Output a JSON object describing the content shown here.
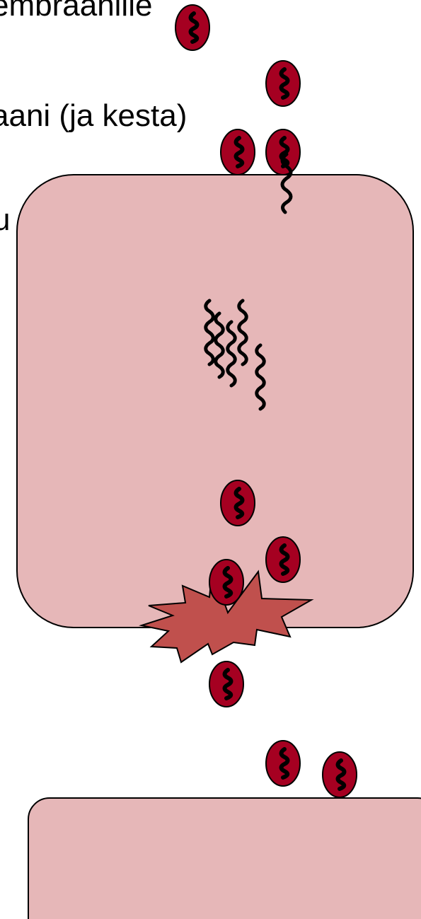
{
  "text": {
    "line1": "embraanille",
    "line2": "aani (ja kesta)",
    "line3": "u"
  },
  "colors": {
    "cell_fill": "#e6b7b8",
    "cell_stroke": "#000000",
    "particle_fill": "#a50021",
    "burst_fill": "#c0504d",
    "squiggle": "#000000"
  },
  "icons": {
    "particle": "virus-particle-icon",
    "strand": "rna-strand-icon",
    "burst": "cell-burst-icon"
  }
}
